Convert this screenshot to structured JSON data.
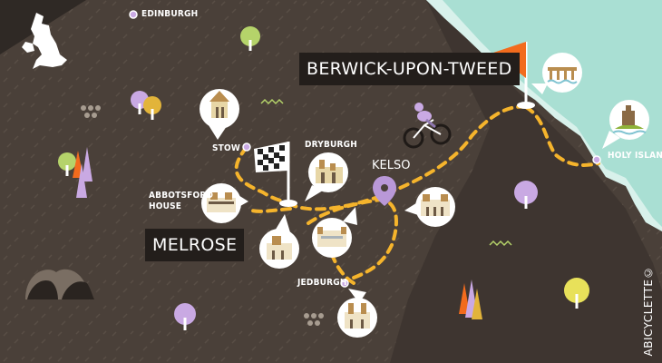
{
  "places": {
    "edinburgh": "EDINBURGH",
    "berwick": "BERWICK-UPON-TWEED",
    "holy_island": "HOLY ISLAND",
    "stow": "STOW",
    "dryburgh": "DRYBURGH",
    "kelso": "KELSO",
    "abbotsford": "ABBOTSFORD\nHOUSE",
    "melrose": "MELROSE",
    "jedburgh": "JEDBURGH"
  },
  "credit": "ABICYCLETTE©",
  "colors": {
    "land": "#4a4039",
    "sea": "#a9dfd3",
    "route": "#f5b42c",
    "flag": "#f26b1d",
    "label_bg": "#231e1b"
  },
  "icons": [
    "uk-map-icon",
    "finish-flag-icon",
    "start-flag-icon",
    "cyclist-icon",
    "abbey-icon",
    "bridge-icon",
    "castle-icon",
    "location-pin-icon",
    "tree-icon"
  ]
}
